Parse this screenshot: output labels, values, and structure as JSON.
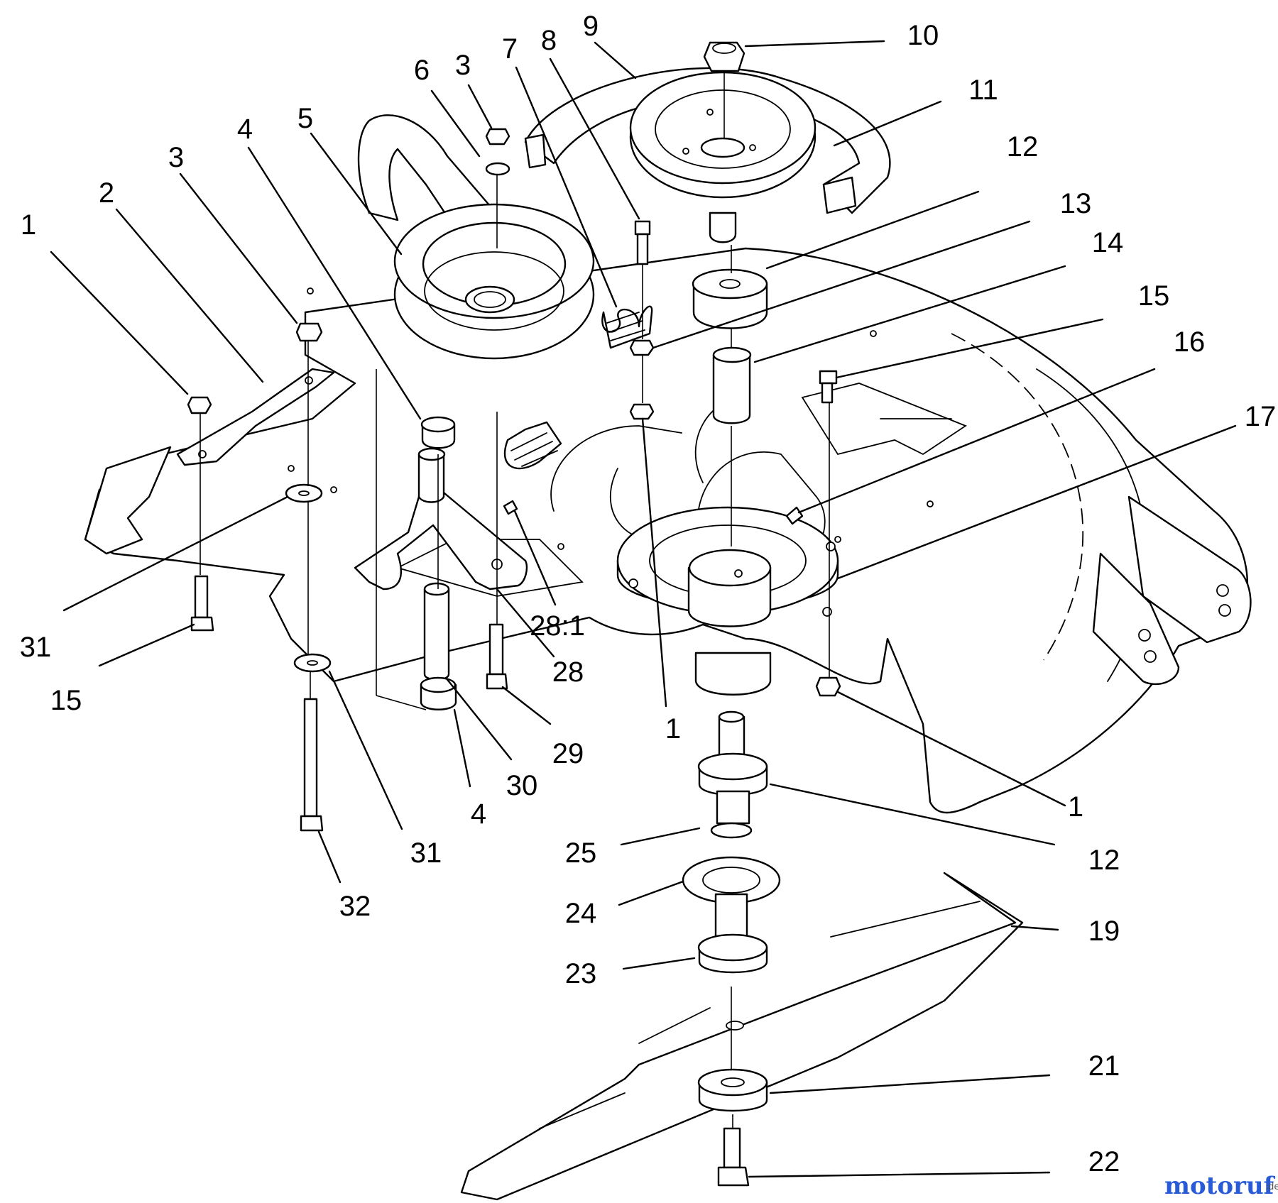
{
  "callouts": [
    {
      "label": "1"
    },
    {
      "label": "2"
    },
    {
      "label": "3"
    },
    {
      "label": "4"
    },
    {
      "label": "5"
    },
    {
      "label": "3"
    },
    {
      "label": "6"
    },
    {
      "label": "7"
    },
    {
      "label": "8"
    },
    {
      "label": "9"
    },
    {
      "label": "10"
    },
    {
      "label": "11"
    },
    {
      "label": "12"
    },
    {
      "label": "13"
    },
    {
      "label": "14"
    },
    {
      "label": "15"
    },
    {
      "label": "16"
    },
    {
      "label": "17"
    },
    {
      "label": "28:1"
    },
    {
      "label": "28"
    },
    {
      "label": "29"
    },
    {
      "label": "1"
    },
    {
      "label": "1"
    },
    {
      "label": "31"
    },
    {
      "label": "15"
    },
    {
      "label": "31"
    },
    {
      "label": "32"
    },
    {
      "label": "4"
    },
    {
      "label": "30"
    },
    {
      "label": "12"
    },
    {
      "label": "25"
    },
    {
      "label": "24"
    },
    {
      "label": "19"
    },
    {
      "label": "23"
    },
    {
      "label": "21"
    },
    {
      "label": "22"
    }
  ],
  "watermark": {
    "main": "motoruf",
    "suffix": ".de"
  }
}
